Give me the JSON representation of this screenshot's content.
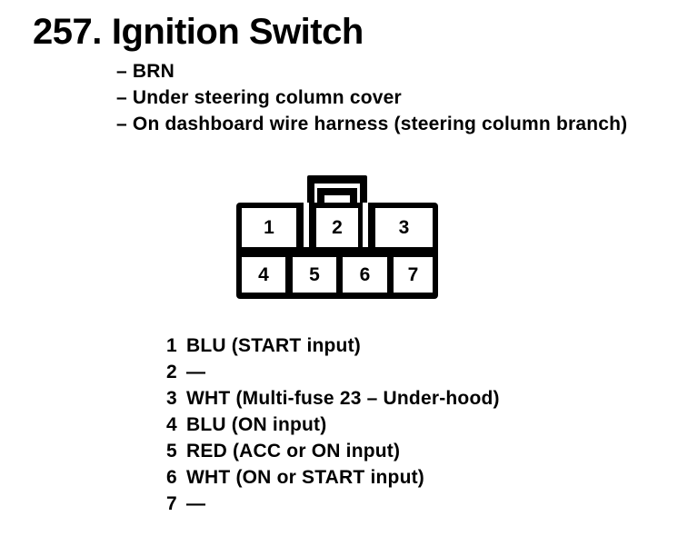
{
  "heading": {
    "number": "257.",
    "title": "Ignition Switch"
  },
  "details": [
    "– BRN",
    "– Under steering column cover",
    "– On dashboard wire harness (steering column branch)"
  ],
  "connector": {
    "top_row": [
      "1",
      "2",
      "3"
    ],
    "bottom_row": [
      "4",
      "5",
      "6",
      "7"
    ]
  },
  "pins": [
    {
      "num": "1",
      "desc": "BLU (START input)"
    },
    {
      "num": "2",
      "desc": "—"
    },
    {
      "num": "3",
      "desc": "WHT (Multi-fuse 23 – Under-hood)"
    },
    {
      "num": "4",
      "desc": "BLU (ON input)"
    },
    {
      "num": "5",
      "desc": "RED (ACC or ON input)"
    },
    {
      "num": "6",
      "desc": "WHT (ON or START input)"
    },
    {
      "num": "7",
      "desc": "—"
    }
  ],
  "colors": {
    "ink": "#000000",
    "paper": "#ffffff"
  }
}
